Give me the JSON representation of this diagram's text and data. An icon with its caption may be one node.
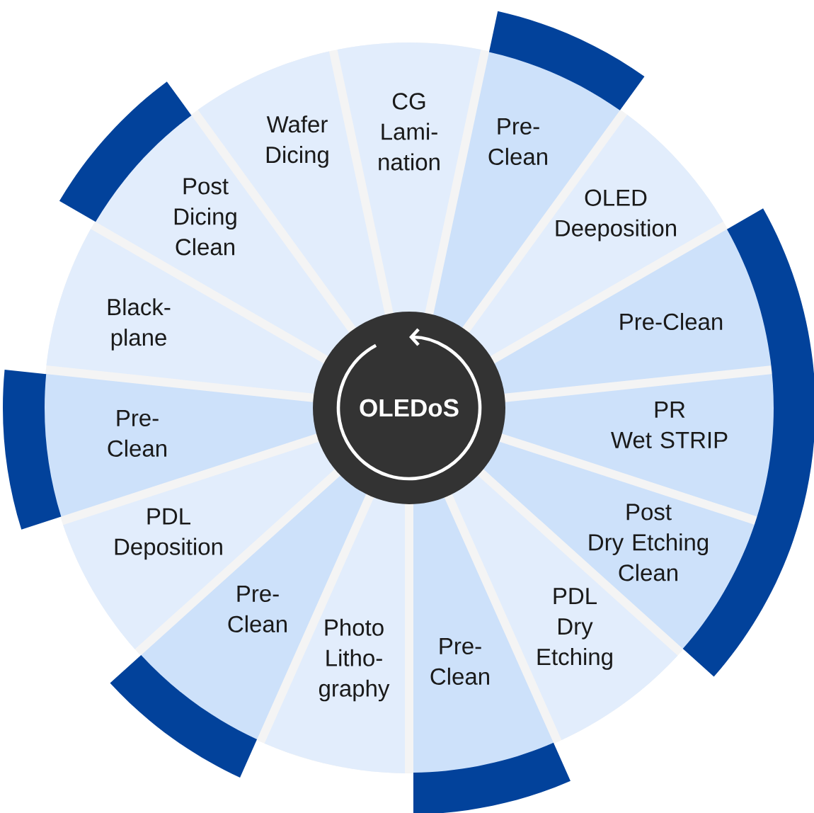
{
  "diagram": {
    "nodes": [
      {
        "text": [
          "OLEDoS"
        ]
      },
      {
        "text": [
          "CG Lami- nation"
        ]
      },
      {
        "text": [
          "Pre- Clean"
        ]
      },
      {
        "text": [
          "OLED Deeposition"
        ]
      },
      {
        "text": [
          "Pre-Clean"
        ]
      },
      {
        "text": [
          "PR Wet STRIP"
        ]
      },
      {
        "text": [
          "Post Dry Etching Clean"
        ]
      },
      {
        "text": [
          "PDL Dry Etching"
        ]
      },
      {
        "text": [
          "Pre- Clean"
        ]
      },
      {
        "text": [
          "Photo Litho- graphy"
        ]
      },
      {
        "text": [
          "Pre- Clean"
        ]
      },
      {
        "text": [
          "PDL Deposition"
        ]
      },
      {
        "text": [
          "Pre- Clean"
        ]
      },
      {
        "text": [
          "Black- plane"
        ]
      },
      {
        "text": [
          "Post Dicing Clean"
        ]
      },
      {
        "text": [
          "Wafer Dicing"
        ]
      },
      {
        "text": [],
        "shape": "band"
      },
      {
        "text": [],
        "shape": "band"
      },
      {
        "text": [],
        "shape": "band"
      },
      {
        "text": [],
        "shape": "band"
      },
      {
        "text": [],
        "shape": "band"
      },
      {
        "text": [],
        "shape": "band"
      }
    ]
  }
}
